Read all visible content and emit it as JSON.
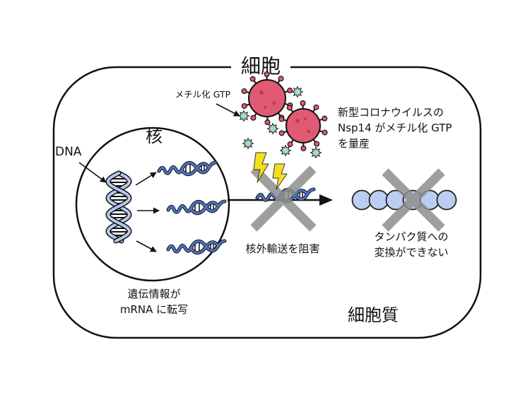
{
  "cell": {
    "label": "細胞"
  },
  "nucleus": {
    "label": "核"
  },
  "cytoplasm": {
    "label": "細胞質"
  },
  "dna": {
    "label": "DNA"
  },
  "transcription": {
    "lines": [
      "遺伝情報が",
      "mRNA に転写"
    ]
  },
  "methylated_gtp": {
    "label": "メチル化 GTP"
  },
  "virus_note": {
    "lines": [
      "新型コロナウイルスの",
      "Nsp14 がメチル化 GTP",
      "を量産"
    ]
  },
  "export_block": {
    "label": "核外輸送を阻害"
  },
  "protein_block": {
    "lines": [
      "タンパク質への",
      "変換ができない"
    ]
  },
  "colors": {
    "virus": "#e05a73",
    "gtp": "#a9dcc8",
    "mrna": "#4f74c6",
    "dna": "#b7c8ef",
    "protein": "#bccdf1",
    "block_mark": "#8e8e8e",
    "lightning": "#f3e01c"
  }
}
